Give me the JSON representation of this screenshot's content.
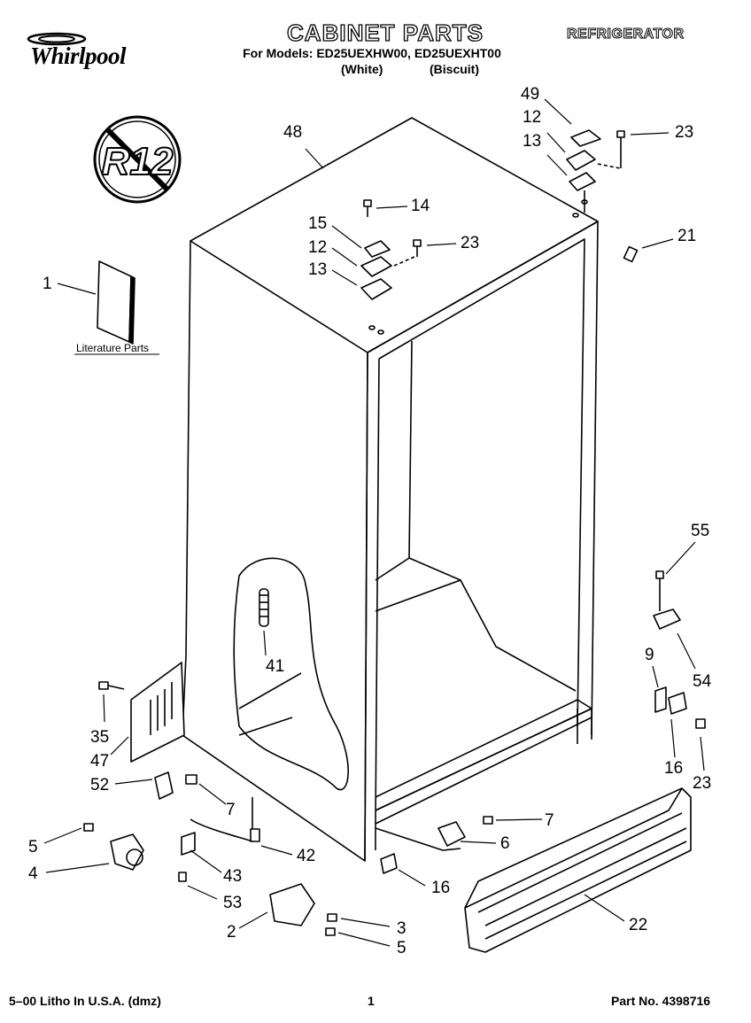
{
  "header": {
    "brand": "Whirlpool",
    "title": "CABINET PARTS",
    "models_line": "For Models: ED25UEXHW00, ED25UEXHT00",
    "variant_white": "(White)",
    "variant_biscuit": "(Biscuit)",
    "appliance": "REFRIGERATOR"
  },
  "badge": {
    "text": "R12",
    "icon": "no-r12-prohibition-icon"
  },
  "literature": {
    "label": "Literature Parts"
  },
  "callouts": [
    {
      "id": "c48",
      "text": "48"
    },
    {
      "id": "c49",
      "text": "49"
    },
    {
      "id": "c12a",
      "text": "12"
    },
    {
      "id": "c13a",
      "text": "13"
    },
    {
      "id": "c23a",
      "text": "23"
    },
    {
      "id": "c14",
      "text": "14"
    },
    {
      "id": "c15",
      "text": "15"
    },
    {
      "id": "c12b",
      "text": "12"
    },
    {
      "id": "c23b",
      "text": "23"
    },
    {
      "id": "c13b",
      "text": "13"
    },
    {
      "id": "c21",
      "text": "21"
    },
    {
      "id": "c1",
      "text": "1"
    },
    {
      "id": "c55",
      "text": "55"
    },
    {
      "id": "c41",
      "text": "41"
    },
    {
      "id": "c9",
      "text": "9"
    },
    {
      "id": "c54",
      "text": "54"
    },
    {
      "id": "c35",
      "text": "35"
    },
    {
      "id": "c47",
      "text": "47"
    },
    {
      "id": "c16a",
      "text": "16"
    },
    {
      "id": "c52",
      "text": "52"
    },
    {
      "id": "c23c",
      "text": "23"
    },
    {
      "id": "c7a",
      "text": "7"
    },
    {
      "id": "c7b",
      "text": "7"
    },
    {
      "id": "c5a",
      "text": "5"
    },
    {
      "id": "c6",
      "text": "6"
    },
    {
      "id": "c42",
      "text": "42"
    },
    {
      "id": "c4",
      "text": "4"
    },
    {
      "id": "c43",
      "text": "43"
    },
    {
      "id": "c16b",
      "text": "16"
    },
    {
      "id": "c53",
      "text": "53"
    },
    {
      "id": "c22",
      "text": "22"
    },
    {
      "id": "c3",
      "text": "3"
    },
    {
      "id": "c2",
      "text": "2"
    },
    {
      "id": "c5b",
      "text": "5"
    }
  ],
  "footer": {
    "litho": "5–00 Litho In U.S.A. (dmz)",
    "page": "1",
    "part_no": "Part No. 4398716"
  }
}
